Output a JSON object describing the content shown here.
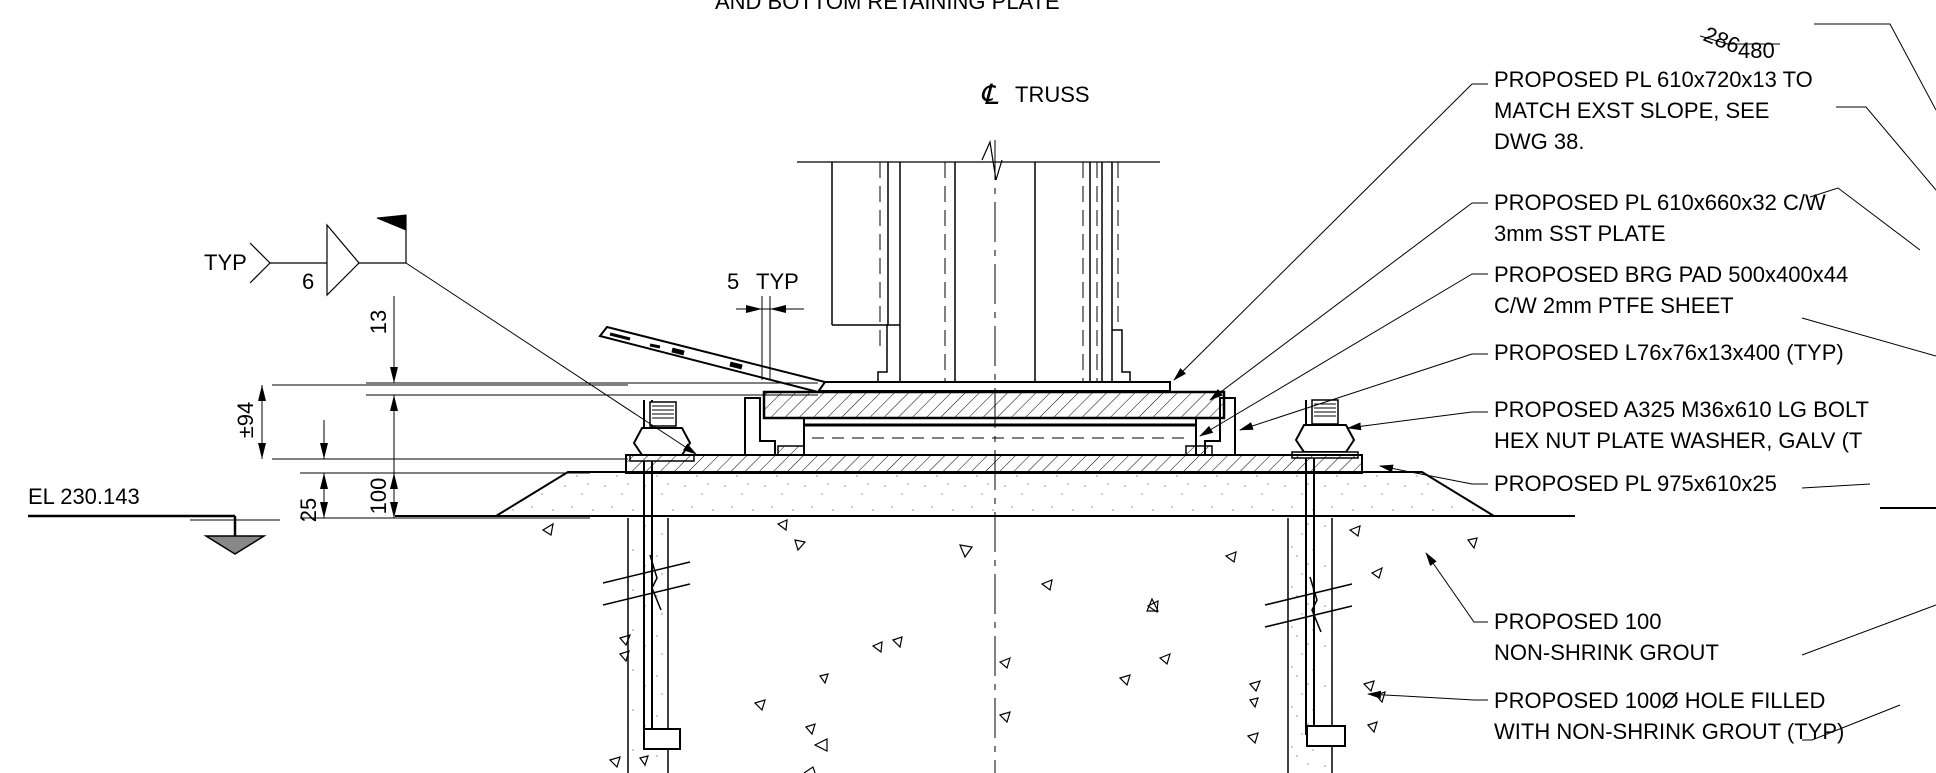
{
  "title_fragment": "AND BOTTOM RETAINING PLATE",
  "truss_label": "TRUSS",
  "elevation_label": "EL 230.143",
  "weld": {
    "typ": "TYP",
    "size": "6"
  },
  "gap_note": {
    "value": "5",
    "typ": "TYP"
  },
  "dimensions": {
    "d13": "13",
    "d94": "±94",
    "d100": "100",
    "d25": "25"
  },
  "slope_note": {
    "a": "286",
    "b": "480"
  },
  "callouts": {
    "pl_610x720": [
      "PROPOSED PL 610x720x13 TO",
      "MATCH EXST SLOPE, SEE",
      "DWG 38."
    ],
    "pl_610x660": [
      "PROPOSED PL 610x660x32 C/W",
      "3mm SST PLATE"
    ],
    "brg_pad": [
      "PROPOSED BRG PAD 500x400x44",
      "C/W 2mm PTFE SHEET"
    ],
    "angle": [
      "PROPOSED L76x76x13x400 (TYP)"
    ],
    "bolt": [
      "PROPOSED A325 M36x610 LG BOLT",
      "HEX NUT PLATE WASHER, GALV (T"
    ],
    "base_plate": [
      "PROPOSED PL 975x610x25"
    ],
    "grout": [
      "PROPOSED 100",
      "NON-SHRINK GROUT"
    ],
    "hole": [
      "PROPOSED 100Ø HOLE FILLED",
      "WITH NON-SHRINK GROUT (TYP)"
    ]
  }
}
